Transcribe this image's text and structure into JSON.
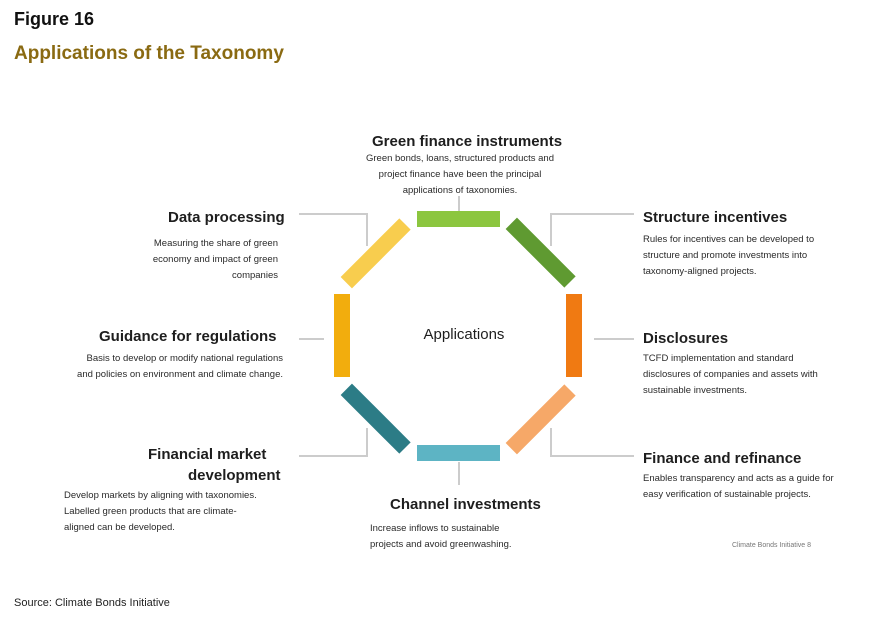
{
  "figure_label": "Figure 16",
  "figure_title": "Applications of the Taxonomy",
  "center_label": "Applications",
  "segments": [
    {
      "title": "Green finance instruments",
      "lines": [
        "Green bonds, loans, structured products and",
        "project finance have been the principal",
        "applications of taxonomies."
      ],
      "color": "#8cc63f"
    },
    {
      "title": "Structure incentives",
      "lines": [
        "Rules for incentives can be developed to",
        "structure and promote investments into",
        "taxonomy-aligned projects."
      ],
      "color": "#5f9a31"
    },
    {
      "title": "Disclosures",
      "lines": [
        "TCFD implementation and standard",
        "disclosures of companies and assets with",
        "sustainable investments."
      ],
      "color": "#f07a12"
    },
    {
      "title": "Finance and refinance",
      "lines": [
        "Enables transparency and acts as a guide for",
        "easy verification of sustainable projects."
      ],
      "color": "#f6a868"
    },
    {
      "title": "Channel investments",
      "lines": [
        "Increase inflows to sustainable",
        "projects and avoid greenwashing."
      ],
      "color": "#5db4c4"
    },
    {
      "title_lines": [
        "Financial market",
        "development"
      ],
      "lines": [
        "Develop markets by aligning with taxonomies.",
        "Labelled green products that are climate-",
        "aligned can be developed."
      ],
      "color": "#2c7c86"
    },
    {
      "title": "Guidance for regulations",
      "lines": [
        "Basis to develop or modify national regulations",
        "and policies on environment and climate change."
      ],
      "color": "#f2ad0d"
    },
    {
      "title": "Data processing",
      "lines": [
        "Measuring the share of green",
        "economy and impact of green",
        "companies"
      ],
      "color": "#f8cd4e"
    }
  ],
  "credit": "Climate Bonds Initiative 8",
  "source": "Source: Climate Bonds Initiative"
}
